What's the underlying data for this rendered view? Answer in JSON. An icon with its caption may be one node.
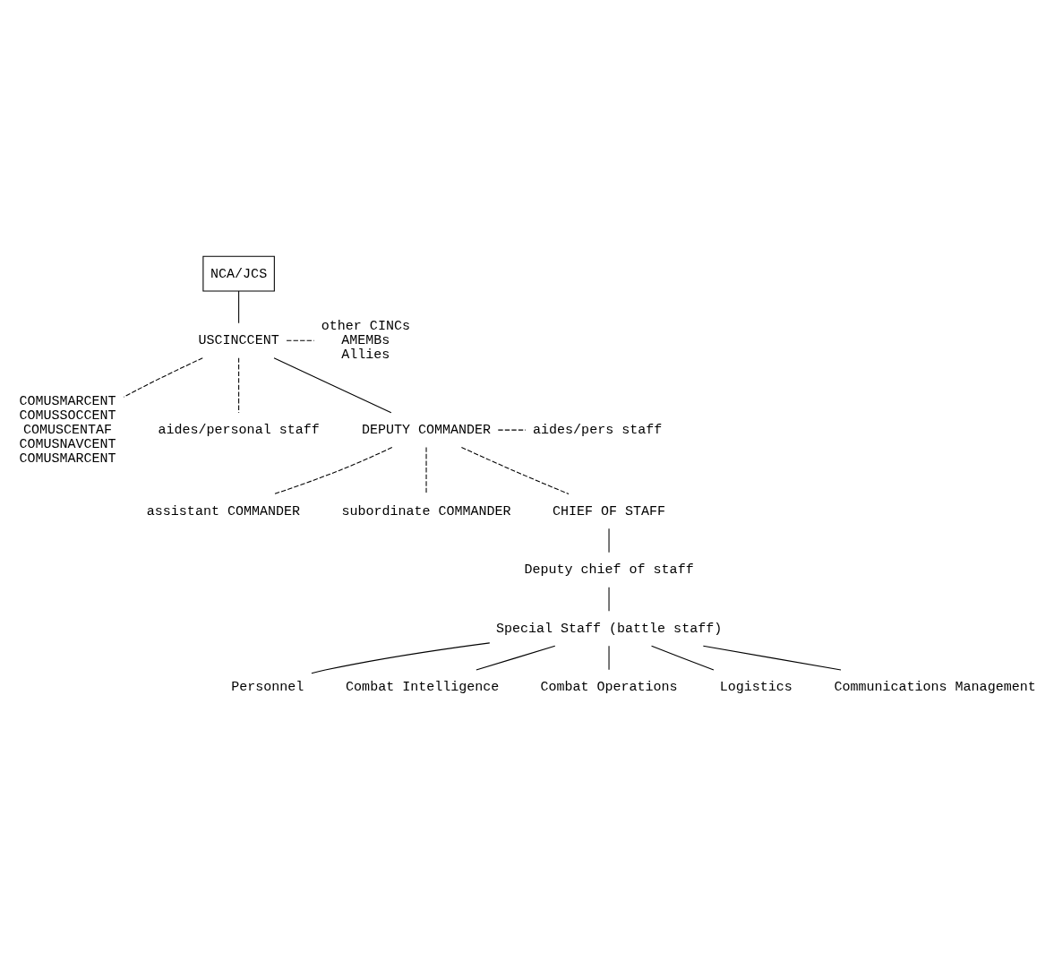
{
  "diagram": {
    "nodes": [
      {
        "text": [
          "NCA/JCS"
        ]
      },
      {
        "text": [
          "USCINCCENT"
        ]
      },
      {
        "text": [
          "other CINCs",
          "AMEMBs",
          "Allies"
        ]
      },
      {
        "text": [
          "COMUSMARCENT",
          "COMUSSOCCENT",
          "COMUSCENTAF",
          "COMUSNAVCENT",
          "COMUSMARCENT"
        ]
      },
      {
        "text": [
          "aides/personal staff"
        ]
      },
      {
        "text": [
          "DEPUTY COMMANDER"
        ]
      },
      {
        "text": [
          "aides/pers staff"
        ]
      },
      {
        "text": [
          "assistant COMMANDER"
        ]
      },
      {
        "text": [
          "subordinate COMMANDER"
        ]
      },
      {
        "text": [
          "CHIEF OF STAFF"
        ]
      },
      {
        "text": [
          "Deputy chief of staff"
        ]
      },
      {
        "text": [
          "Special Staff (battle staff)"
        ]
      },
      {
        "text": [
          "Personnel"
        ]
      },
      {
        "text": [
          "Combat Intelligence"
        ]
      },
      {
        "text": [
          "Combat Operations"
        ]
      },
      {
        "text": [
          "Logistics"
        ]
      },
      {
        "text": [
          "Communications Management"
        ]
      }
    ],
    "edges": [
      {
        "from": 0,
        "to": 1,
        "arrow": "none"
      },
      {
        "from": 1,
        "to": 2,
        "arrow": "none",
        "style": "dashed"
      },
      {
        "from": 1,
        "to": 3,
        "arrow": "none",
        "style": "dashed"
      },
      {
        "from": 1,
        "to": 4,
        "arrow": "none",
        "style": "dashed"
      },
      {
        "from": 1,
        "to": 5,
        "arrow": "none"
      },
      {
        "from": 5,
        "to": 6,
        "arrow": "none",
        "style": "dashed"
      },
      {
        "from": 5,
        "to": 7,
        "arrow": "none",
        "style": "dashed"
      },
      {
        "from": 5,
        "to": 8,
        "arrow": "none",
        "style": "dashed"
      },
      {
        "from": 5,
        "to": 9,
        "arrow": "none",
        "style": "dashed"
      },
      {
        "from": 9,
        "to": 10,
        "arrow": "none"
      },
      {
        "from": 10,
        "to": 11,
        "arrow": "none"
      },
      {
        "from": 11,
        "to": 12,
        "arrow": "none"
      },
      {
        "from": 11,
        "to": 13,
        "arrow": "none"
      },
      {
        "from": 11,
        "to": 14,
        "arrow": "none"
      },
      {
        "from": 11,
        "to": 15,
        "arrow": "none"
      },
      {
        "from": 11,
        "to": 16,
        "arrow": "none"
      }
    ]
  }
}
